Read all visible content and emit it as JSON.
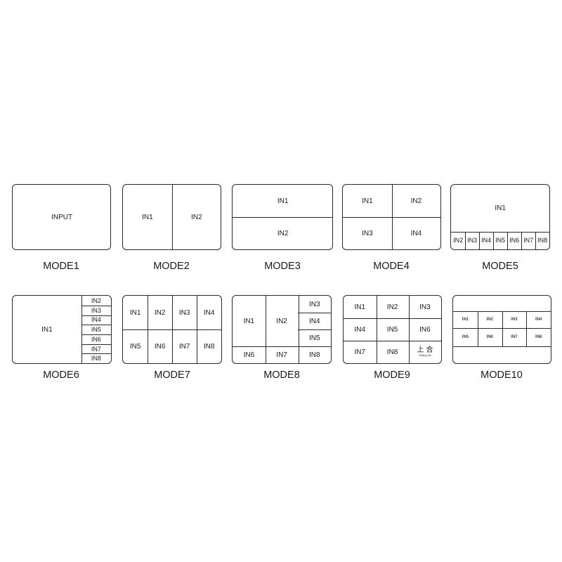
{
  "modes": [
    {
      "label": "MODE1",
      "cells": [
        "INPUT"
      ]
    },
    {
      "label": "MODE2",
      "cells": [
        "IN1",
        "IN2"
      ]
    },
    {
      "label": "MODE3",
      "cells": [
        "IN1",
        "IN2"
      ]
    },
    {
      "label": "MODE4",
      "cells": [
        "IN1",
        "IN2",
        "IN3",
        "IN4"
      ]
    },
    {
      "label": "MODE5",
      "cells": [
        "IN1",
        "IN2",
        "IN3",
        "IN4",
        "IN5",
        "IN6",
        "IN7",
        "IN8"
      ]
    },
    {
      "label": "MODE6",
      "cells": [
        "IN1",
        "IN2",
        "IN3",
        "IN4",
        "IN5",
        "IN6",
        "IN7",
        "IN8"
      ]
    },
    {
      "label": "MODE7",
      "cells": [
        "IN1",
        "IN2",
        "IN3",
        "IN4",
        "IN5",
        "IN6",
        "IN7",
        "IN8"
      ]
    },
    {
      "label": "MODE8",
      "cells": [
        "IN1",
        "IN2",
        "IN3",
        "IN4",
        "IN5",
        "IN6",
        "IN7",
        "IN8"
      ]
    },
    {
      "label": "MODE9",
      "cells": [
        "IN1",
        "IN2",
        "IN3",
        "IN4",
        "IN5",
        "IN6",
        "IN7",
        "IN8"
      ],
      "logo": {
        "chinese": "上 合",
        "pinyin": "Shang He"
      }
    },
    {
      "label": "MODE10",
      "cells": [
        "IN1",
        "IN2",
        "IN3",
        "IN4",
        "IN5",
        "IN6",
        "IN7",
        "IN8"
      ]
    }
  ]
}
